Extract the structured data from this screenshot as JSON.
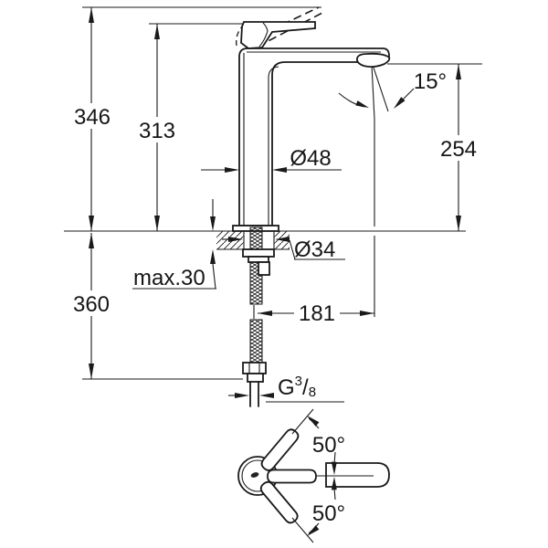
{
  "meta": {
    "subject": "single-lever basin mixer faucet installation drawing",
    "background": "#ffffff",
    "line_color": "#1a1a1a"
  },
  "side_view": {
    "overall_height": "346",
    "handle_height": "313",
    "outlet_height": "254",
    "under_counter_depth": "360",
    "spout_reach": "181",
    "body_diameter": "Ø48",
    "hole_diameter": "Ø34",
    "counter_thickness": "max.30",
    "outlet_angle": "15°"
  },
  "connection": {
    "thread_g": "G",
    "thread_numerator": "3",
    "thread_slash": "/",
    "thread_denominator": "8"
  },
  "top_view": {
    "swivel_upper": "50°",
    "swivel_lower": "50°"
  }
}
